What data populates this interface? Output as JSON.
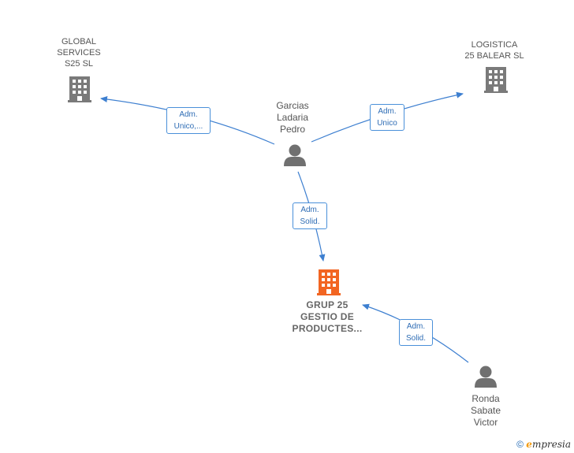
{
  "colors": {
    "edge": "#3d7fd0",
    "building": "#7a7a7a",
    "building_main": "#f26522",
    "person": "#707070"
  },
  "nodes": {
    "global_services": {
      "lines": [
        "GLOBAL",
        "SERVICES",
        "S25  SL"
      ],
      "icon": "building-icon"
    },
    "logistica": {
      "lines": [
        "LOGISTICA",
        "25 BALEAR  SL"
      ],
      "icon": "building-icon"
    },
    "garcias": {
      "lines": [
        "Garcias",
        "Ladaria",
        "Pedro"
      ],
      "icon": "person-icon"
    },
    "grup25": {
      "lines": [
        "GRUP 25",
        "GESTIO DE",
        "PRODUCTES..."
      ],
      "icon": "building-icon"
    },
    "ronda": {
      "lines": [
        "Ronda",
        "Sabate",
        "Victor"
      ],
      "icon": "person-icon"
    }
  },
  "edges": {
    "to_global": {
      "lines": [
        "Adm.",
        "Unico,..."
      ]
    },
    "to_logistica": {
      "lines": [
        "Adm.",
        "Unico"
      ]
    },
    "to_grup_from_garcias": {
      "lines": [
        "Adm.",
        "Solid."
      ]
    },
    "to_grup_from_ronda": {
      "lines": [
        "Adm.",
        "Solid."
      ]
    }
  },
  "footer": {
    "copyright_symbol": "©",
    "brand_initial": "e",
    "brand_rest": "mpresia"
  }
}
